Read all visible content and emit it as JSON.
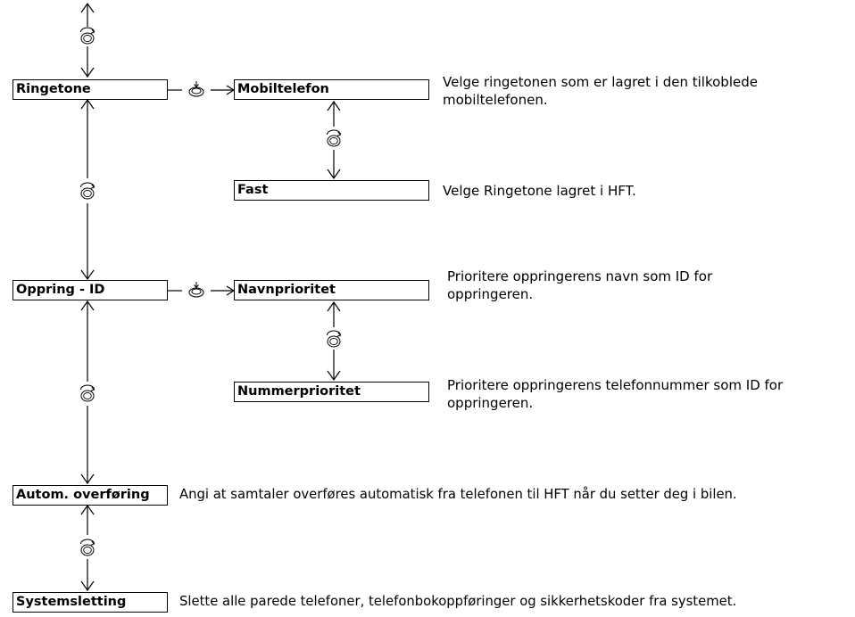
{
  "menu": [
    {
      "label": "Ringetone"
    },
    {
      "label": "Oppring - ID"
    },
    {
      "label": "Autom. overføring",
      "description": "Angi at samtaler overføres automatisk fra telefonen til HFT når du setter deg i bilen."
    },
    {
      "label": "Systemsletting",
      "description": "Slette alle parede telefoner, telefonbokoppføringer og sikkerhetskoder fra systemet."
    }
  ],
  "submenus": {
    "ringetone": [
      {
        "label": "Mobiltelefon",
        "description_lines": [
          "Velge ringetonen som er lagret i den tilkoblede",
          "mobiltelefonen."
        ]
      },
      {
        "label": "Fast",
        "description_lines": [
          "Velge Ringetone lagret i HFT."
        ]
      }
    ],
    "oppring_id": [
      {
        "label": "Navnprioritet",
        "description_lines": [
          "Prioritere oppringerens navn som ID for",
          "oppringeren."
        ]
      },
      {
        "label": "Nummerprioritet",
        "description_lines": [
          "Prioritere oppringerens telefonnummer som ID for",
          "oppringeren."
        ]
      }
    ]
  },
  "icons": {
    "rotate": "rotate-dial-icon",
    "press": "press-dial-icon"
  }
}
